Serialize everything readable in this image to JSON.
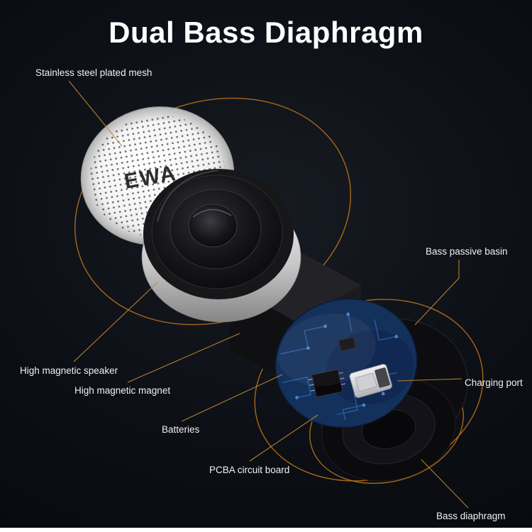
{
  "title": "Dual Bass Diaphragm",
  "brand": "EWA",
  "callouts": {
    "mesh": "Stainless steel plated mesh",
    "passive_basin": "Bass passive basin",
    "speaker": "High magnetic speaker",
    "magnet": "High magnetic magnet",
    "batteries": "Batteries",
    "pcba": "PCBA circuit board",
    "charging_port": "Charging port",
    "diaphragm": "Bass diaphragm"
  },
  "colors": {
    "background": "#0b0e13",
    "accent_ring": "#b9701a",
    "callout_line": "#c0872f",
    "label_text": "#f1f1f1",
    "pcb_blue": "#14315c",
    "mesh_white": "#f4f4f4"
  }
}
